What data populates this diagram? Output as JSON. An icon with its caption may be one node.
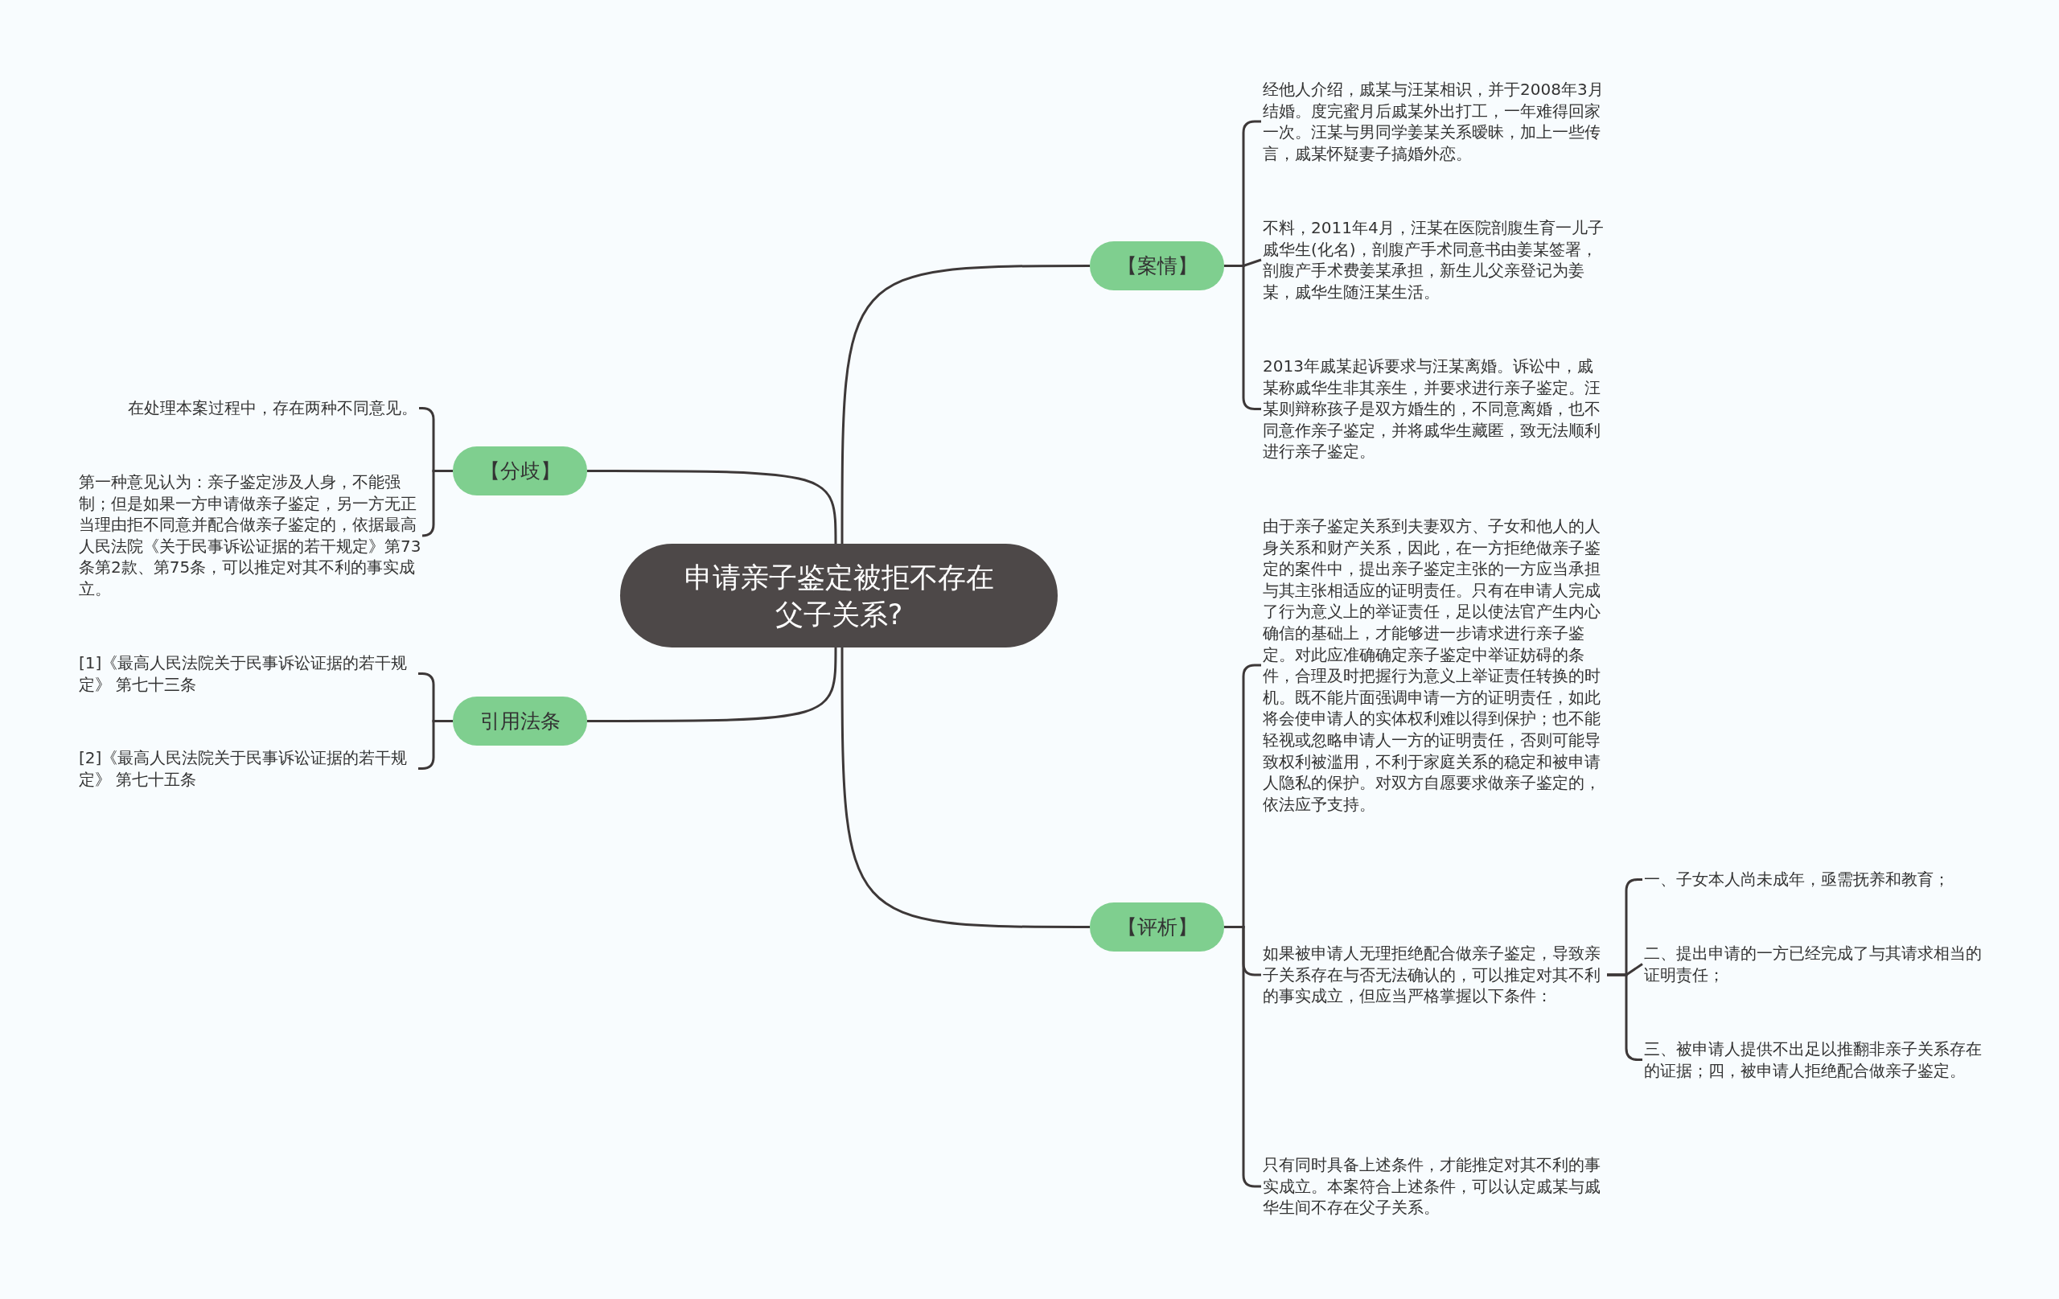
{
  "diagram": {
    "nodes": [
      {
        "text": [
          "申请亲子鉴定被拒不存在父子关系?"
        ]
      },
      {
        "text": [
          "【案情】"
        ]
      },
      {
        "text": [
          "经他人介绍，戚某与汪某相识，并于2008年3月结婚。度完蜜月后戚某外出打工，一年难得回家一次。汪某与男同学姜某关系暧昧，加上一些传言，戚某怀疑妻子搞婚外恋。"
        ]
      },
      {
        "text": [
          "不料，2011年4月，汪某在医院剖腹生育一儿子戚华生(化名)，剖腹产手术同意书由姜某签署，剖腹产手术费姜某承担，新生儿父亲登记为姜某，戚华生随汪某生活。"
        ]
      },
      {
        "text": [
          "2013年戚某起诉要求与汪某离婚。诉讼中，戚某称戚华生非其亲生，并要求进行亲子鉴定。汪某则辩称孩子是双方婚生的，不同意离婚，也不同意作亲子鉴定，并将戚华生藏匿，致无法顺利进行亲子鉴定。"
        ]
      },
      {
        "text": [
          "【分歧】"
        ]
      },
      {
        "text": [
          "在处理本案过程中，存在两种不同意见。"
        ]
      },
      {
        "text": [
          "第一种意见认为：亲子鉴定涉及人身，不能强制；但是如果一方申请做亲子鉴定，另一方无正当理由拒不同意并配合做亲子鉴定的，依据最高人民法院《关于民事诉讼证据的若干规定》第73条第2款、第75条，可以推定对其不利的事实成立。"
        ]
      },
      {
        "text": [
          "引用法条"
        ]
      },
      {
        "text": [
          "[1]《最高人民法院关于民事诉讼证据的若干规定》 第七十三条"
        ]
      },
      {
        "text": [
          "[2]《最高人民法院关于民事诉讼证据的若干规定》 第七十五条"
        ]
      },
      {
        "text": [
          "【评析】"
        ]
      },
      {
        "text": [
          "由于亲子鉴定关系到夫妻双方、子女和他人的人身关系和财产关系，因此，在一方拒绝做亲子鉴定的案件中，提出亲子鉴定主张的一方应当承担与其主张相适应的证明责任。只有在申请人完成了行为意义上的举证责任，足以使法官产生内心确信的基础上，才能够进一步请求进行亲子鉴定。对此应准确确定亲子鉴定中举证妨碍的条件，合理及时把握行为意义上举证责任转换的时机。既不能片面强调申请一方的证明责任，如此将会使申请人的实体权利难以得到保护；也不能轻视或忽略申请人一方的证明责任，否则可能导致权利被滥用，不利于家庭关系的稳定和被申请人隐私的保护。对双方自愿要求做亲子鉴定的，依法应予支持。"
        ]
      },
      {
        "text": [
          "如果被申请人无理拒绝配合做亲子鉴定，导致亲子关系存在与否无法确认的，可以推定对其不利的事实成立，但应当严格掌握以下条件："
        ]
      },
      {
        "text": [
          "一、子女本人尚未成年，亟需抚养和教育；"
        ]
      },
      {
        "text": [
          "二、提出申请的一方已经完成了与其请求相当的证明责任；"
        ]
      },
      {
        "text": [
          "三、被申请人提供不出足以推翻非亲子关系存在的证据；四，被申请人拒绝配合做亲子鉴定。"
        ]
      },
      {
        "text": [
          "只有同时具备上述条件，才能推定对其不利的事实成立。本案符合上述条件，可以认定戚某与戚华生间不存在父子关系。"
        ]
      }
    ],
    "edges": [
      {
        "from": 0,
        "to": 1,
        "arrow": "none"
      },
      {
        "from": 0,
        "to": 5,
        "arrow": "none"
      },
      {
        "from": 0,
        "to": 8,
        "arrow": "none"
      },
      {
        "from": 0,
        "to": 11,
        "arrow": "none"
      },
      {
        "from": 1,
        "to": 2,
        "arrow": "none"
      },
      {
        "from": 1,
        "to": 3,
        "arrow": "none"
      },
      {
        "from": 1,
        "to": 4,
        "arrow": "none"
      },
      {
        "from": 5,
        "to": 6,
        "arrow": "none"
      },
      {
        "from": 5,
        "to": 7,
        "arrow": "none"
      },
      {
        "from": 8,
        "to": 9,
        "arrow": "none"
      },
      {
        "from": 8,
        "to": 10,
        "arrow": "none"
      },
      {
        "from": 11,
        "to": 12,
        "arrow": "none"
      },
      {
        "from": 11,
        "to": 13,
        "arrow": "none"
      },
      {
        "from": 11,
        "to": 17,
        "arrow": "none"
      },
      {
        "from": 13,
        "to": 14,
        "arrow": "none"
      },
      {
        "from": 13,
        "to": 15,
        "arrow": "none"
      },
      {
        "from": 13,
        "to": 16,
        "arrow": "none"
      }
    ]
  }
}
